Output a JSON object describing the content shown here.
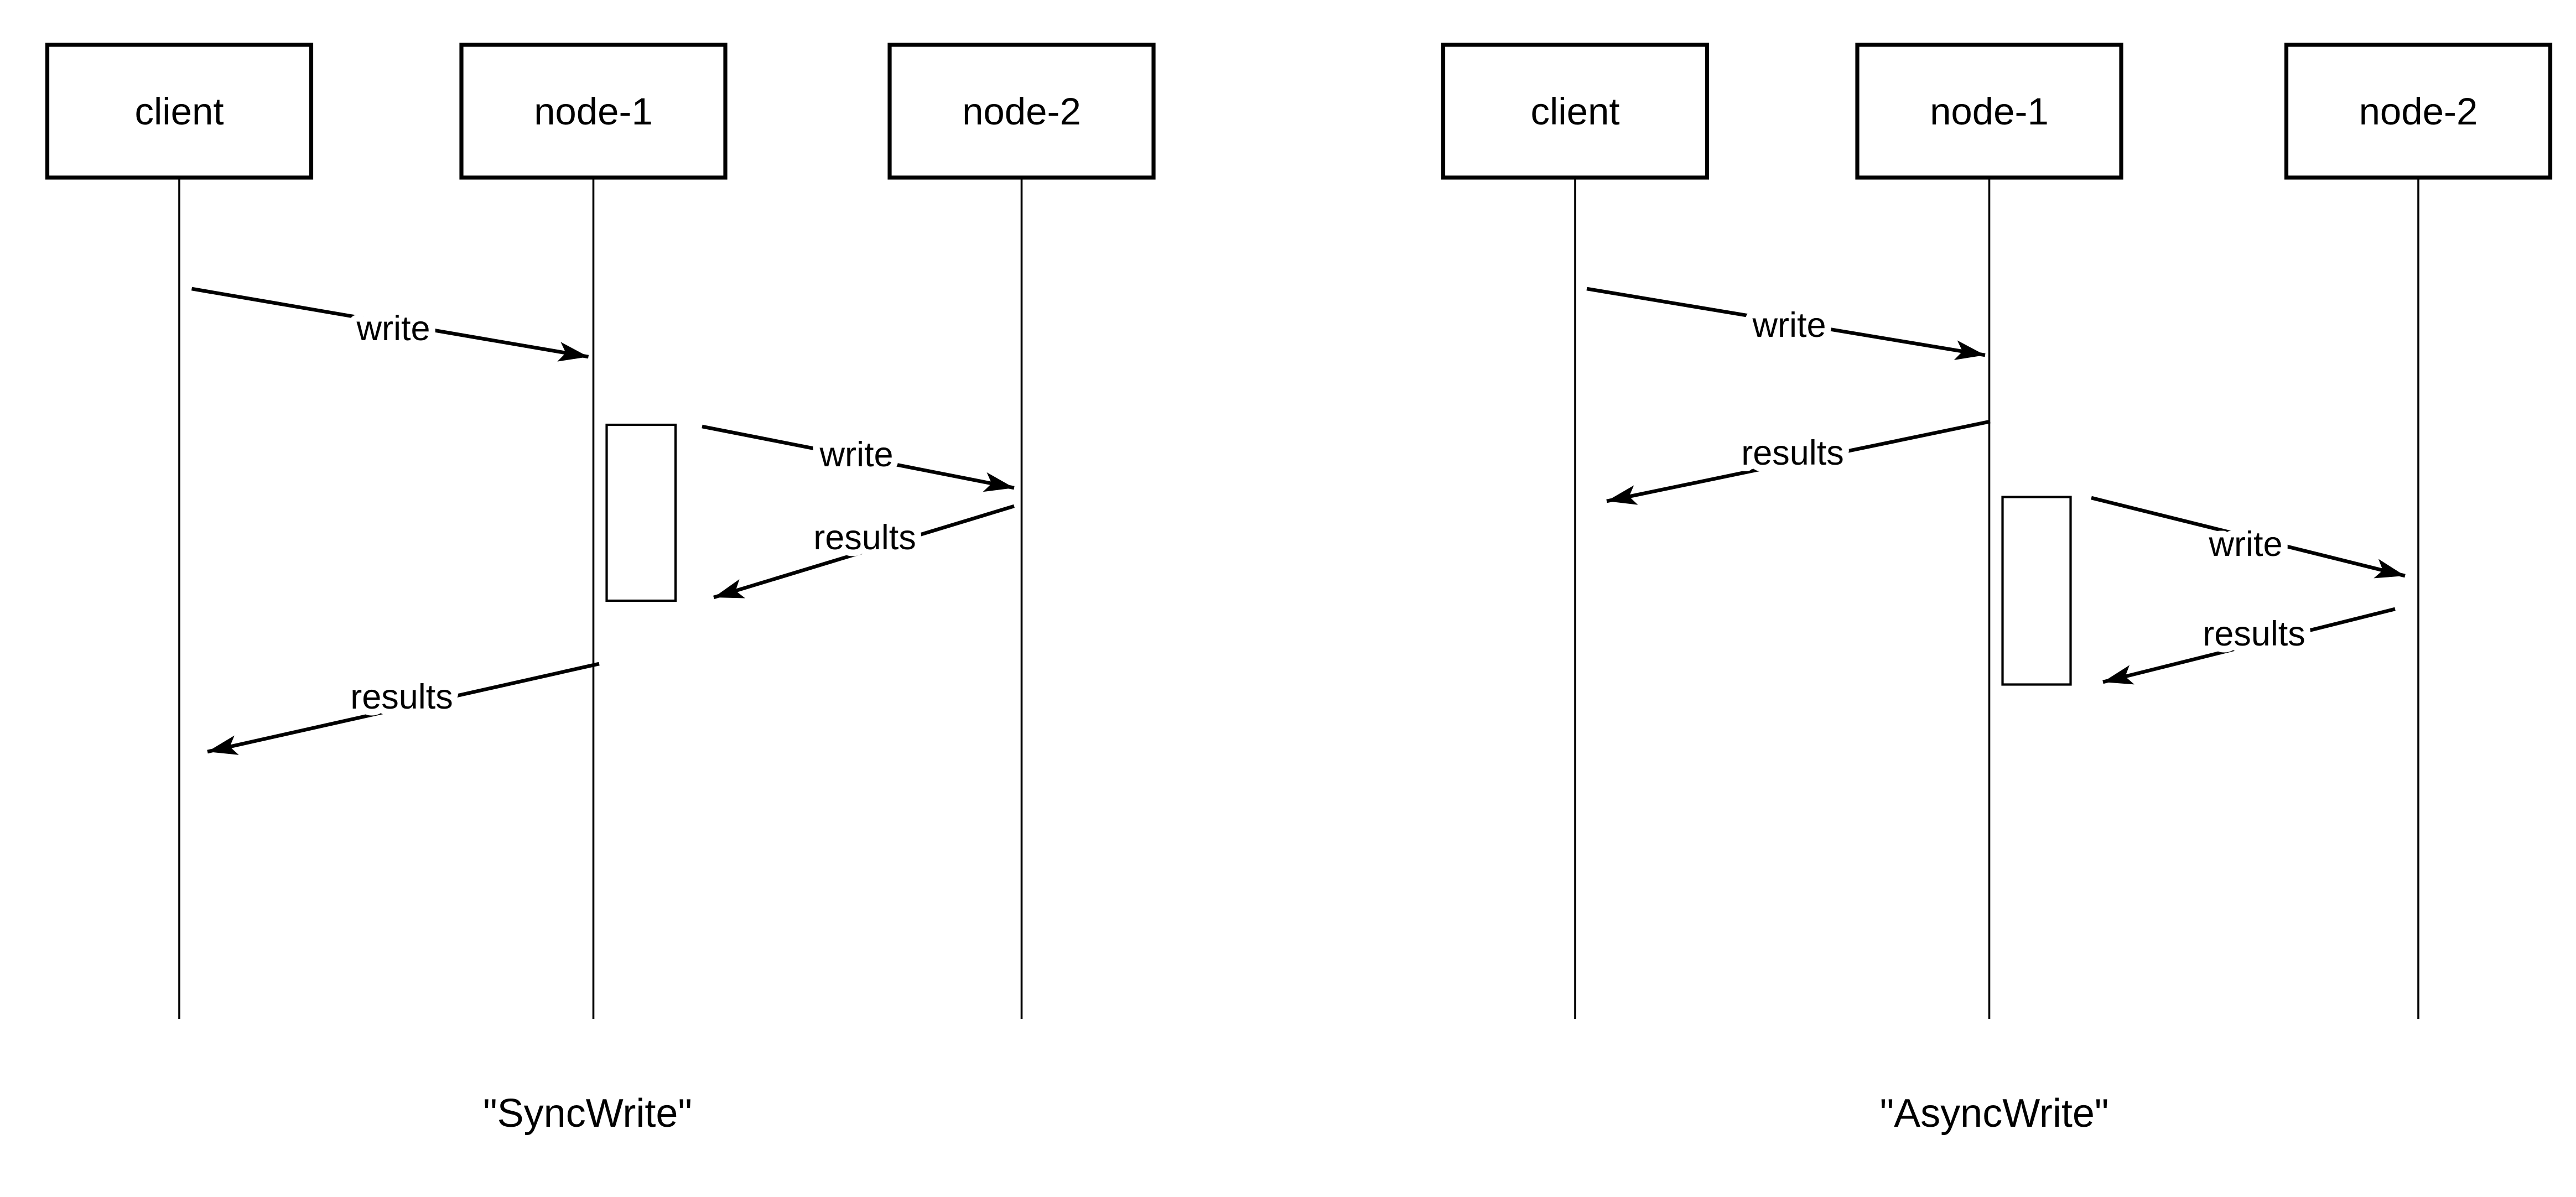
{
  "colors": {
    "background": "#ffffff",
    "stroke": "#000000",
    "text": "#000000",
    "box_fill": "#ffffff"
  },
  "diagrams": [
    {
      "caption": "\"SyncWrite\"",
      "actors": [
        {
          "label": "client"
        },
        {
          "label": "node-1"
        },
        {
          "label": "node-2"
        }
      ],
      "messages": [
        {
          "from": "client",
          "to": "node-1",
          "label": "write"
        },
        {
          "from": "node-1",
          "to": "node-2",
          "label": "write"
        },
        {
          "from": "node-2",
          "to": "node-1",
          "label": "results"
        },
        {
          "from": "node-1",
          "to": "client",
          "label": "results"
        }
      ]
    },
    {
      "caption": "\"AsyncWrite\"",
      "actors": [
        {
          "label": "client"
        },
        {
          "label": "node-1"
        },
        {
          "label": "node-2"
        }
      ],
      "messages": [
        {
          "from": "client",
          "to": "node-1",
          "label": "write"
        },
        {
          "from": "node-1",
          "to": "client",
          "label": "results"
        },
        {
          "from": "node-1",
          "to": "node-2",
          "label": "write"
        },
        {
          "from": "node-2",
          "to": "node-1",
          "label": "results"
        }
      ]
    }
  ]
}
